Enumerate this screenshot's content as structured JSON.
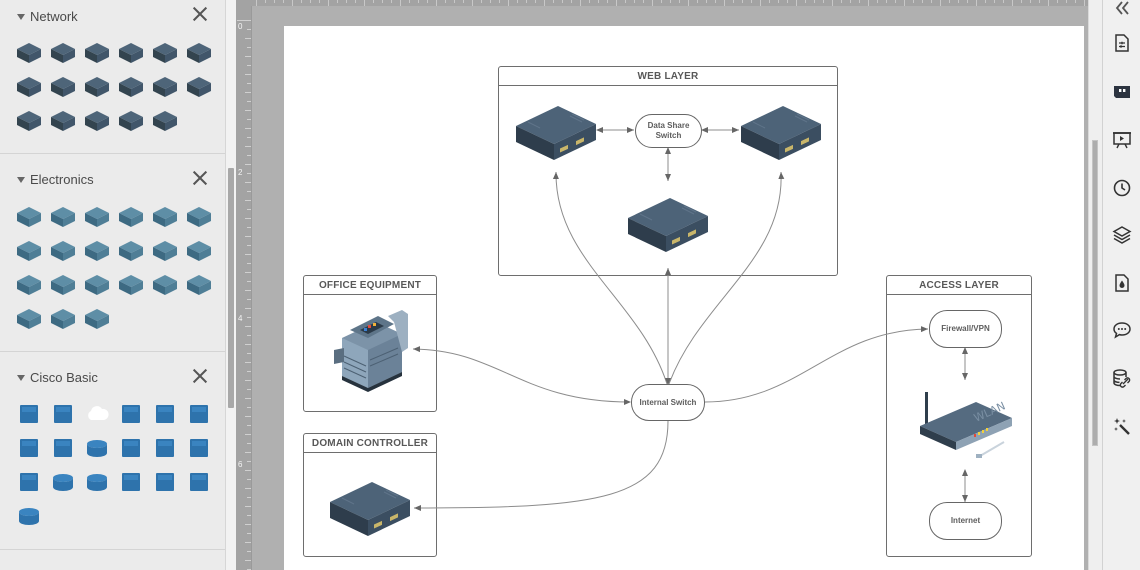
{
  "sidebar": {
    "sections": [
      {
        "title": "Network",
        "close_icon": "close-icon",
        "shapes": [
          "server-icon",
          "scanner-icon",
          "plotter-icon",
          "printer-icon",
          "storage-box-icon",
          "multifunction-printer-icon",
          "switch-icon",
          "switch-icon",
          "server-rack-icon",
          "tablet-icon",
          "small-server-icon",
          "storage-box-icon",
          "copier-icon",
          "printer-icon",
          "small-server-icon",
          "storage-box-icon",
          "wireless-router-icon"
        ]
      },
      {
        "title": "Electronics",
        "close_icon": "close-icon",
        "shapes": [
          "speakers-icon",
          "stereo-icon",
          "speaker-system-icon",
          "calculator-icon",
          "projector-icon",
          "laptop-icon",
          "laptop-icon",
          "tablet-icon",
          "tablet-icon",
          "tv-icon",
          "scanner-icon",
          "headset-icon",
          "monitor-icon",
          "desktop-tower-icon",
          "mp3-player-icon",
          "drawing-tablet-icon",
          "printer-icon",
          "projector-icon",
          "webcam-icon",
          "hard-drive-icon",
          "monitor-icon"
        ]
      },
      {
        "title": "Cisco Basic",
        "close_icon": "close-icon",
        "shapes": [
          "user-workstation-icon",
          "cross-switch-icon",
          "cloud-icon",
          "server-icon",
          "firewall-icon",
          "building-icon",
          "laptop-icon",
          "lock-icon",
          "router-icon",
          "pc-icon",
          "pda-icon",
          "ip-phone-icon",
          "file-server-icon",
          "database-icon",
          "router-icon",
          "access-point-icon",
          "access-point-icon",
          "voice-switch-icon",
          "wireless-router-icon"
        ]
      }
    ]
  },
  "ruler": {
    "left_labels": [
      "0",
      "2",
      "4",
      "6"
    ]
  },
  "diagram": {
    "containers": {
      "web_layer": "WEB LAYER",
      "office_equipment": "OFFICE EQUIPMENT",
      "domain_controller": "DOMAIN CONTROLLER",
      "access_layer": "ACCESS LAYER"
    },
    "nodes": {
      "data_share_switch": "Data Share\nSwitch",
      "internal_switch": "Internal Switch",
      "firewall_vpn": "Firewall/VPN",
      "internet": "Internet"
    },
    "devices": {
      "web_server_left": "server-icon",
      "web_server_right": "server-icon",
      "web_server_bottom": "server-icon",
      "office_copier": "copier-icon",
      "domain_server": "server-icon",
      "wlan_router": "wlan-router-icon"
    },
    "colors": {
      "device_dark": "#3b4e61",
      "device_top": "#4d6378",
      "link": "#8c8c8c",
      "border": "#6e6e6e"
    }
  },
  "right_toolbar": {
    "items": [
      {
        "name": "collapse-panel",
        "icon": "double-chevron-left-icon"
      },
      {
        "name": "page-settings",
        "icon": "page-settings-icon"
      },
      {
        "name": "quotes",
        "icon": "quote-icon"
      },
      {
        "name": "presentation",
        "icon": "presentation-icon"
      },
      {
        "name": "history",
        "icon": "clock-icon"
      },
      {
        "name": "layers",
        "icon": "layers-icon"
      },
      {
        "name": "theme",
        "icon": "paint-drop-icon"
      },
      {
        "name": "comments",
        "icon": "comment-icon"
      },
      {
        "name": "data-linking",
        "icon": "database-link-icon"
      },
      {
        "name": "magic",
        "icon": "magic-wand-icon"
      }
    ]
  }
}
